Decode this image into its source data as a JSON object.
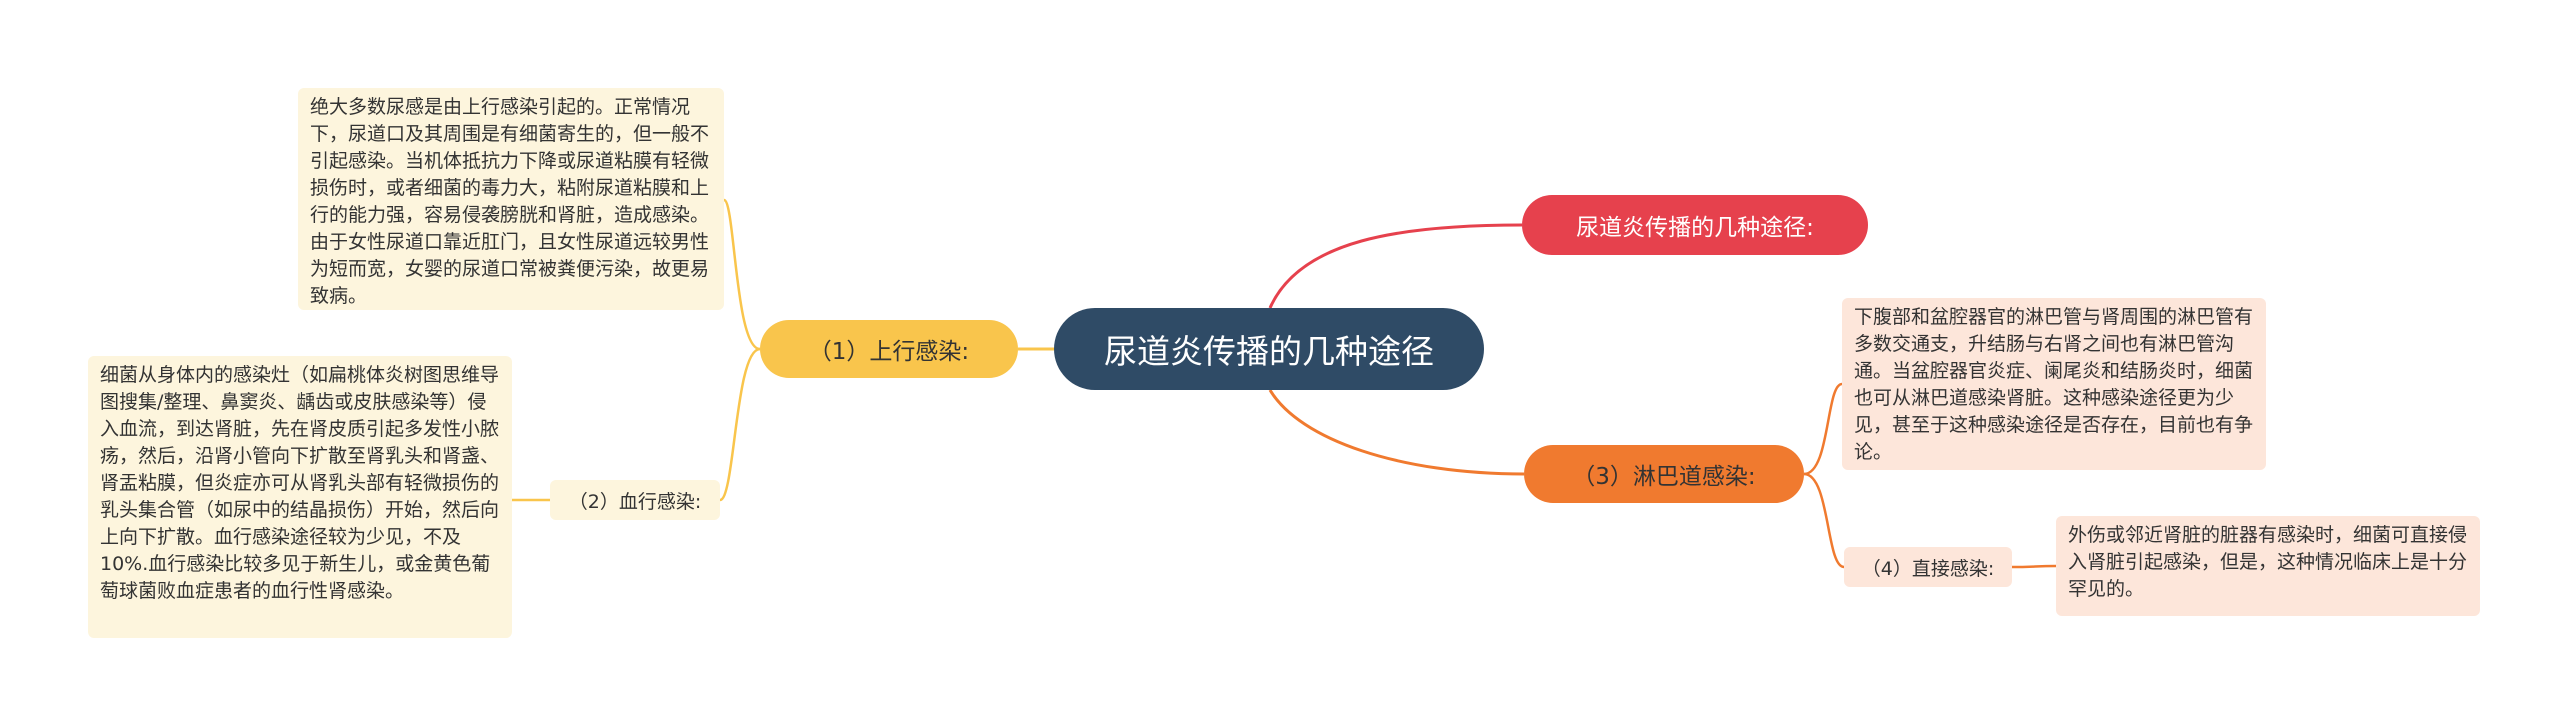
{
  "root": {
    "label": "尿道炎传播的几种途径"
  },
  "branches": {
    "upper": {
      "label": "（1）上行感染:",
      "detail": "绝大多数尿感是由上行感染引起的。正常情况下，尿道口及其周围是有细菌寄生的，但一般不引起感染。当机体抵抗力下降或尿道粘膜有轻微损伤时，或者细菌的毒力大，粘附尿道粘膜和上行的能力强，容易侵袭膀胱和肾脏，造成感染。由于女性尿道口靠近肛门，且女性尿道远较男性为短而宽，女婴的尿道口常被粪便污染，故更易致病。"
    },
    "blood": {
      "label": "（2）血行感染:",
      "detail": "细菌从身体内的感染灶（如扁桃体炎树图思维导图搜集/整理、鼻窦炎、龋齿或皮肤感染等）侵入血流，到达肾脏，先在肾皮质引起多发性小脓疡，然后，沿肾小管向下扩散至肾乳头和肾盏、肾盂粘膜，但炎症亦可从肾乳头部有轻微损伤的乳头集合管（如尿中的结晶损伤）开始，然后向上向下扩散。血行感染途径较为少见，不及10%.血行感染比较多见于新生儿，或金黄色葡萄球菌败血症患者的血行性肾感染。"
    },
    "routes": {
      "label": "尿道炎传播的几种途径:"
    },
    "lymph": {
      "label": "（3）淋巴道感染:",
      "detail": "下腹部和盆腔器官的淋巴管与肾周围的淋巴管有多数交通支，升结肠与右肾之间也有淋巴管沟通。当盆腔器官炎症、阑尾炎和结肠炎时，细菌也可从淋巴道感染肾脏。这种感染途径更为少见，甚至于这种感染途径是否存在，目前也有争论。"
    },
    "direct": {
      "label": "（4）直接感染:",
      "detail": "外伤或邻近肾脏的脏器有感染时，细菌可直接侵入肾脏引起感染，但是，这种情况临床上是十分罕见的。"
    }
  },
  "colors": {
    "root": "#2f4b66",
    "upper": "#f9c54c",
    "routes": "#e6414d",
    "lymph": "#f07a2f",
    "left_soft": "#fdf5dd",
    "right_soft": "#fde6da"
  }
}
